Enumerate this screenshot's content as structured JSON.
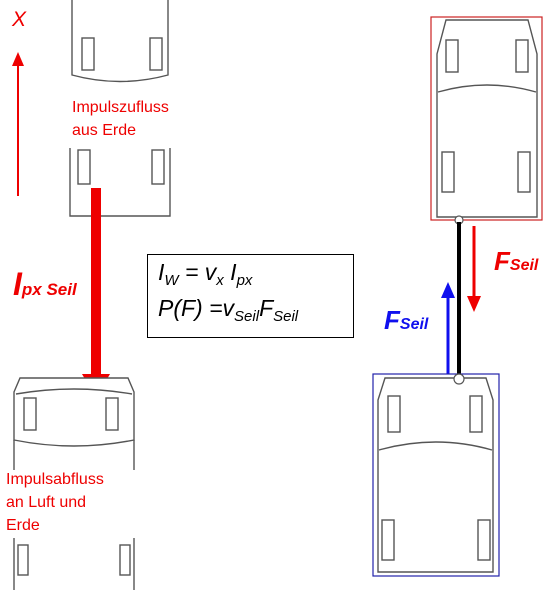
{
  "axis_label": "X",
  "left_scene": {
    "inflow_label": "Impulszufluss\naus Erde",
    "outflow_label": "Impulsabfluss\nan Luft und\nErde",
    "current_symbol": "I",
    "current_subscript": "px Seil"
  },
  "formula": {
    "line1": {
      "lhs": "I",
      "lhs_sub": "W",
      "eq": " = ",
      "v": "v",
      "v_sub": "x",
      "sp": " ",
      "i": "I",
      "i_sub": "px"
    },
    "line2": {
      "lhs": "P(F)",
      "eq": " =",
      "v": "v",
      "v_sub": "Seil",
      "f": "F",
      "f_sub": "Seil"
    }
  },
  "right_scene": {
    "force_red": {
      "symbol": "F",
      "subscript": "Seil"
    },
    "force_blue": {
      "symbol": "F",
      "subscript": "Seil"
    }
  },
  "colors": {
    "red": "#ee0000",
    "blue": "#1010ee",
    "car_line": "#555555",
    "black": "#000000"
  }
}
